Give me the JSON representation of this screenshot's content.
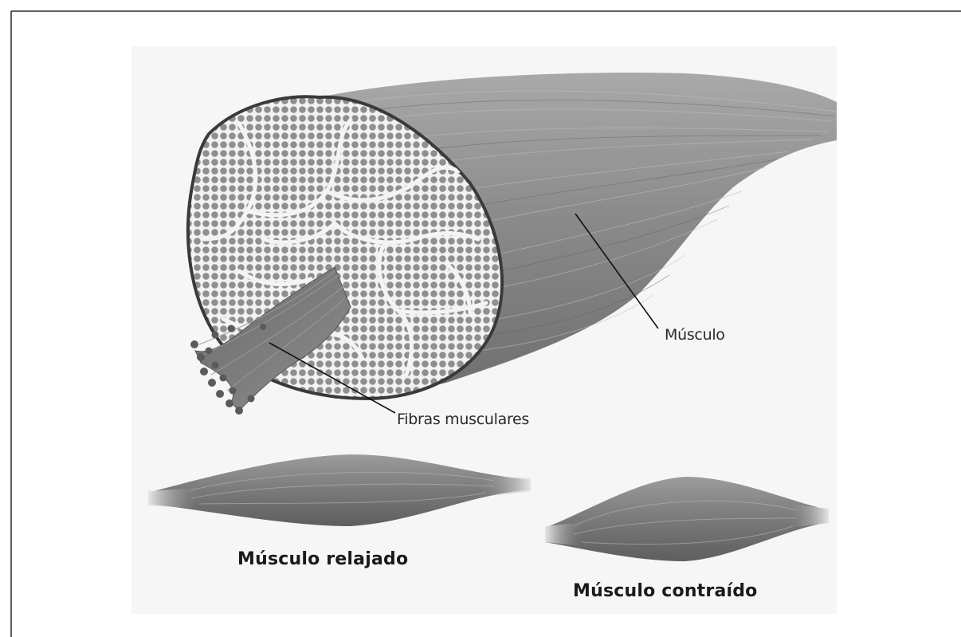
{
  "labels": {
    "muscle": "Músculo",
    "fibers": "Fibras musculares",
    "relaxed": "Músculo relajado",
    "contracted": "Músculo contraído"
  },
  "icons": {
    "main": "muscle-cross-section-illustration",
    "relaxed": "relaxed-muscle-illustration",
    "contracted": "contracted-muscle-illustration"
  }
}
